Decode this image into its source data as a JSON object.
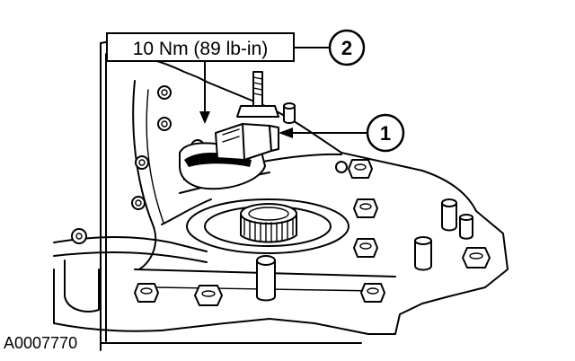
{
  "diagram": {
    "torque_spec": "10 Nm (89 lb-in)",
    "callouts": [
      {
        "number": "1"
      },
      {
        "number": "2"
      }
    ],
    "figure_id": "A0007770"
  },
  "colors": {
    "ink": "#000000",
    "paper": "#ffffff"
  }
}
